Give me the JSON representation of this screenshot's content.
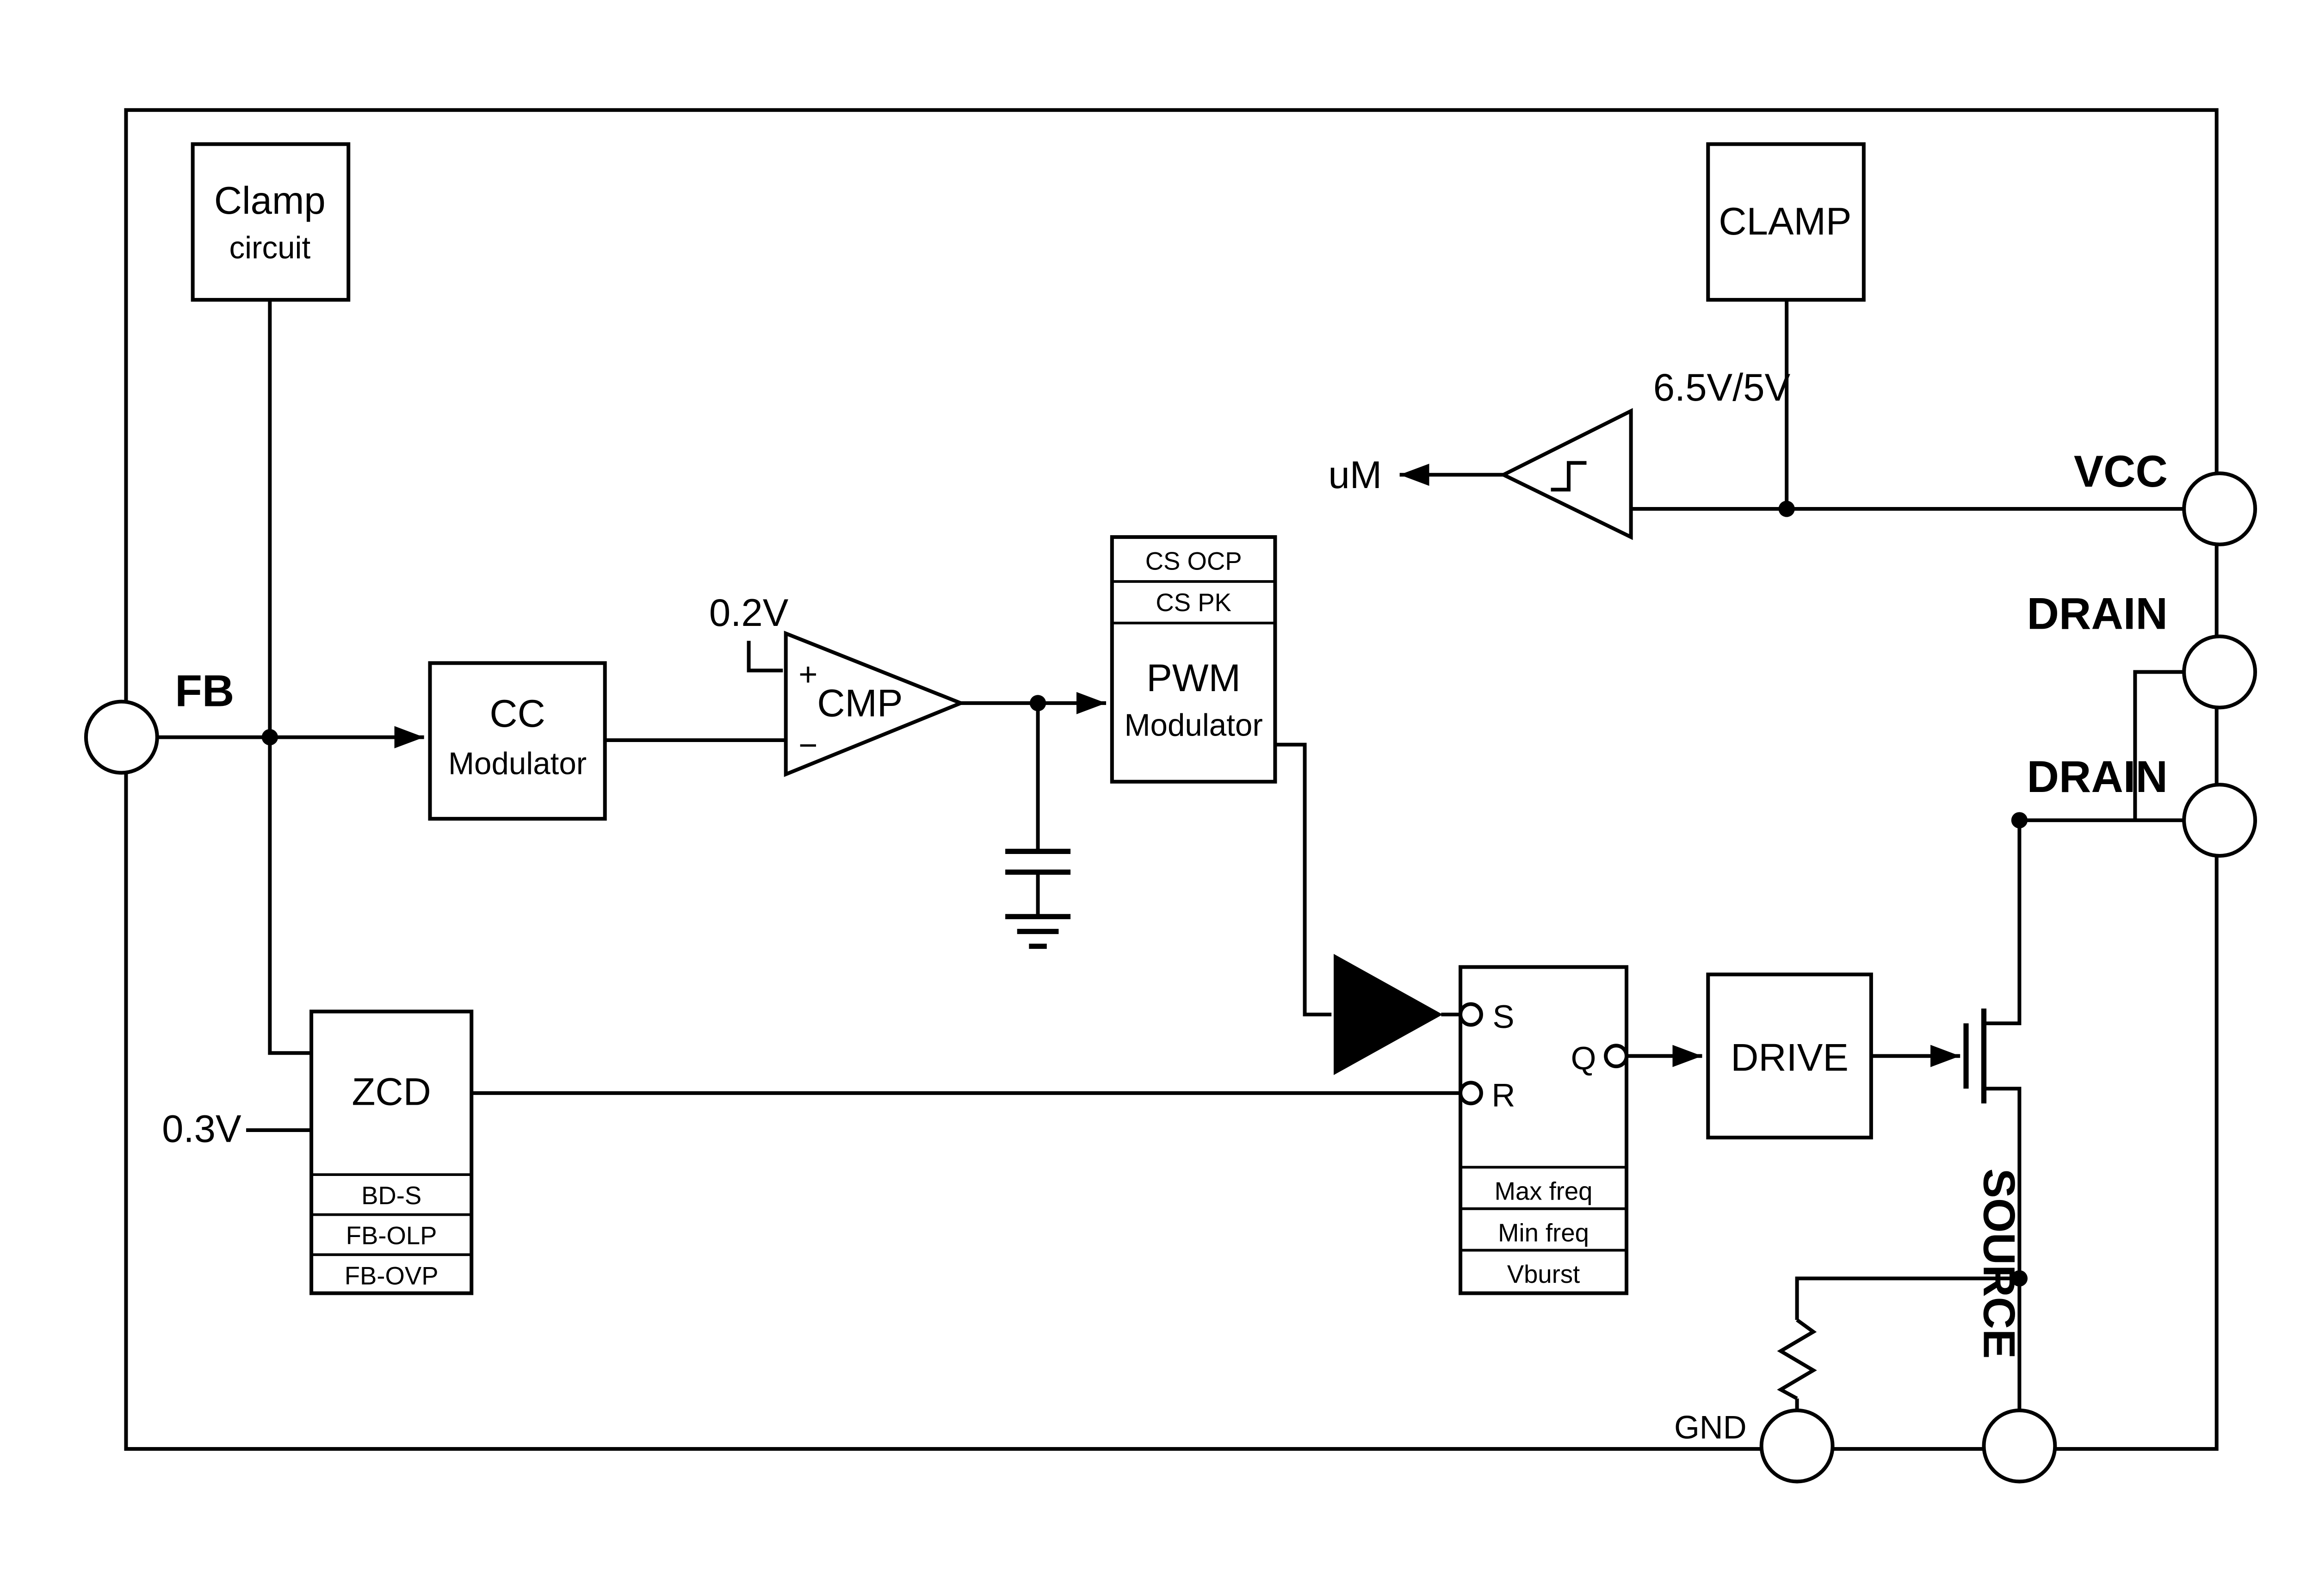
{
  "pins": {
    "fb": "FB",
    "vcc": "VCC",
    "drain_top": "DRAIN",
    "drain_bottom": "DRAIN",
    "gnd": "GND",
    "source": "SOURCE"
  },
  "labels": {
    "clamp_left_1": "Clamp",
    "clamp_left_2": "circuit",
    "clamp_right": "CLAMP",
    "cc_mod_1": "CC",
    "cc_mod_2": "Modulator",
    "cmp": "CMP",
    "cmp_plus": "+",
    "cmp_minus": "−",
    "vref_cmp": "0.2V",
    "cs_row1": "CS OCP",
    "cs_row2": "CS PK",
    "cs_main_1": "PWM",
    "cs_main_2": "Modulator",
    "zcd": "ZCD",
    "zcd_row1": "BD-S",
    "zcd_row2": "FB-OLP",
    "zcd_row3": "FB-OVP",
    "vref_zcd": "0.3V",
    "uvlo_threshold": "6.5V/5V",
    "uvlo_out": "uM",
    "latch_s": "S",
    "latch_r": "R",
    "latch_q": "Q",
    "latch_row1": "Max freq",
    "latch_row2": "Min freq",
    "latch_row3": "Vburst",
    "drive": "DRIVE"
  }
}
